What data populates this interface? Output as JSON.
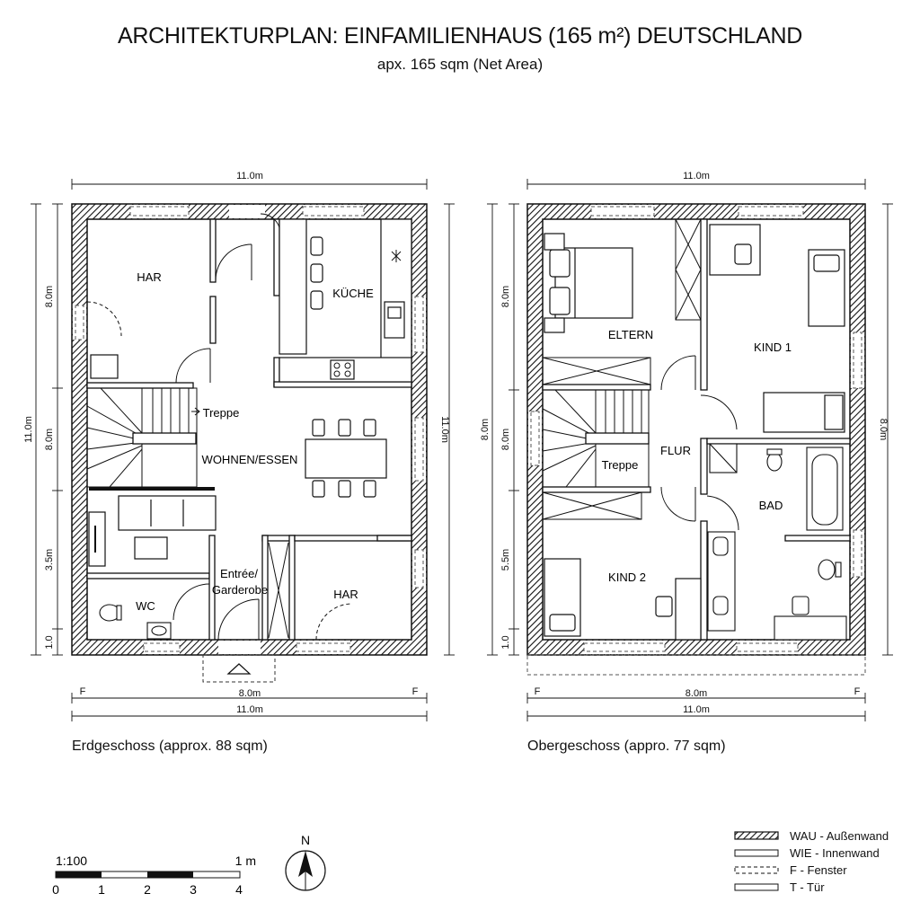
{
  "header": {
    "title": "ARCHITEKTURPLAN: EINFAMILIENHAUS (165 m²) DEUTSCHLAND",
    "subtitle": "apx. 165 sqm (Net Area)"
  },
  "ground_floor": {
    "caption": "Erdgeschoss (approx. 88 sqm)",
    "dim_top": "11.0m",
    "dim_bottom_inner": "8.0m",
    "dim_bottom_outer": "11.0m",
    "dim_left_outer": "11.0m",
    "dim_left_segments": [
      "8.0m",
      "8.0m",
      "3.5m",
      "1.0"
    ],
    "dim_right": "11.0m",
    "marker_left": "F",
    "marker_right": "F",
    "rooms": {
      "har_top": "HAR",
      "kueche": "KÜCHE",
      "treppe": "Treppe",
      "wohnen": "WOHNEN/ESSEN",
      "entree": "Entrée/",
      "garderobe": "Garderobe",
      "har_bottom": "HAR",
      "wc": "WC"
    }
  },
  "upper_floor": {
    "caption": "Obergeschoss (appro. 77 sqm)",
    "dim_top": "11.0m",
    "dim_bottom_inner": "8.0m",
    "dim_bottom_outer": "11.0m",
    "dim_left_outer": "8.0m",
    "dim_left_segments": [
      "8.0m",
      "8.0m",
      "5.5m",
      "1.0"
    ],
    "dim_right": "8.0m",
    "marker_left": "F",
    "marker_right": "F",
    "rooms": {
      "eltern": "ELTERN",
      "kind1": "KIND 1",
      "flur": "FLUR",
      "treppe": "Treppe",
      "bad": "BAD",
      "kind2": "KIND 2"
    }
  },
  "scale_bar": {
    "ratio": "1:100",
    "unit": "1 m",
    "ticks": [
      "0",
      "1",
      "2",
      "3",
      "4"
    ]
  },
  "north_label": "N",
  "legend": [
    {
      "code": "WAU",
      "desc": "Außenwand"
    },
    {
      "code": "WIE",
      "desc": "Innenwand"
    },
    {
      "code": "F",
      "desc": "Fenster"
    },
    {
      "code": "T",
      "desc": "Tür"
    }
  ]
}
